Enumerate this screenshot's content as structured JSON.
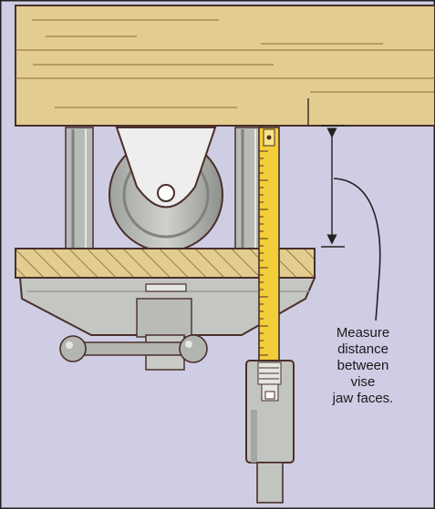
{
  "annotation": {
    "lines": [
      "Measure",
      "distance",
      "between",
      "vise",
      "jaw faces."
    ]
  },
  "colors": {
    "background": "#cfcde4",
    "wood": "#e2cc8f",
    "wood_dark": "#c9ab62",
    "metal": "#c4c6c2",
    "metal_dark": "#8f938f",
    "tape": "#f2cf3a",
    "outline": "#4a2f2a"
  }
}
